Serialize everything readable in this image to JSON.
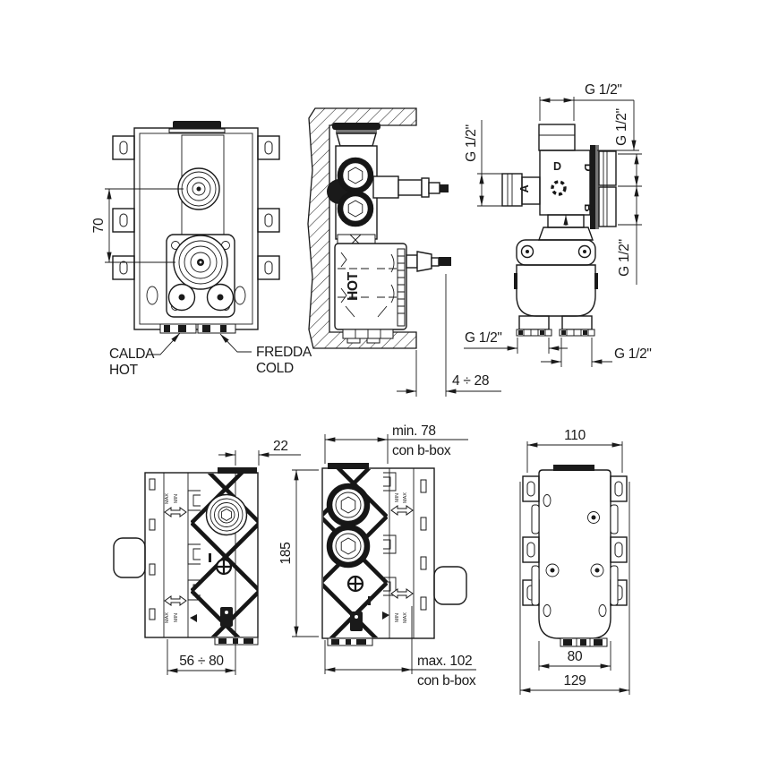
{
  "front_view": {
    "dim_center_distance": "70",
    "hot_leader_top": "CALDA",
    "hot_leader_bottom": "HOT",
    "cold_leader_top": "FREDDA",
    "cold_leader_bottom": "COLD"
  },
  "wall_section_view": {
    "cartridge_marking": "HOT",
    "dim_plaster_depth": "4 ÷ 28"
  },
  "top_view": {
    "thread_outlet_top": "G 1/2\"",
    "thread_outlet_right_upper": "G 1/2\"",
    "thread_outlet_left": "G 1/2\"",
    "thread_outlet_right_lower": "G 1/2\"",
    "thread_inlet_left": "G 1/2\"",
    "thread_inlet_right": "G 1/2\"",
    "port_label_d_top": "D",
    "port_label_d_right": "D",
    "port_label_a": "A",
    "port_label_b": "B"
  },
  "side_view_left": {
    "dim_cap_offset": "22",
    "dim_depth_range": "56 ÷ 80",
    "marking_max_top": "MAX",
    "marking_min_top": "MIN",
    "marking_max_bottom": "MAX",
    "marking_min_bottom": "MIN"
  },
  "side_view_right": {
    "dim_min_depth": "min. 78",
    "dim_min_note": "con b-box",
    "dim_height": "185",
    "dim_max_depth": "max. 102",
    "dim_max_note": "con b-box",
    "marking_min_top": "MIN",
    "marking_max_top": "MAX",
    "marking_min_bottom": "MIN",
    "marking_max_bottom": "MAX"
  },
  "back_view": {
    "dim_bracket_width": "110",
    "dim_body_width": "80",
    "dim_overall_width": "129"
  }
}
